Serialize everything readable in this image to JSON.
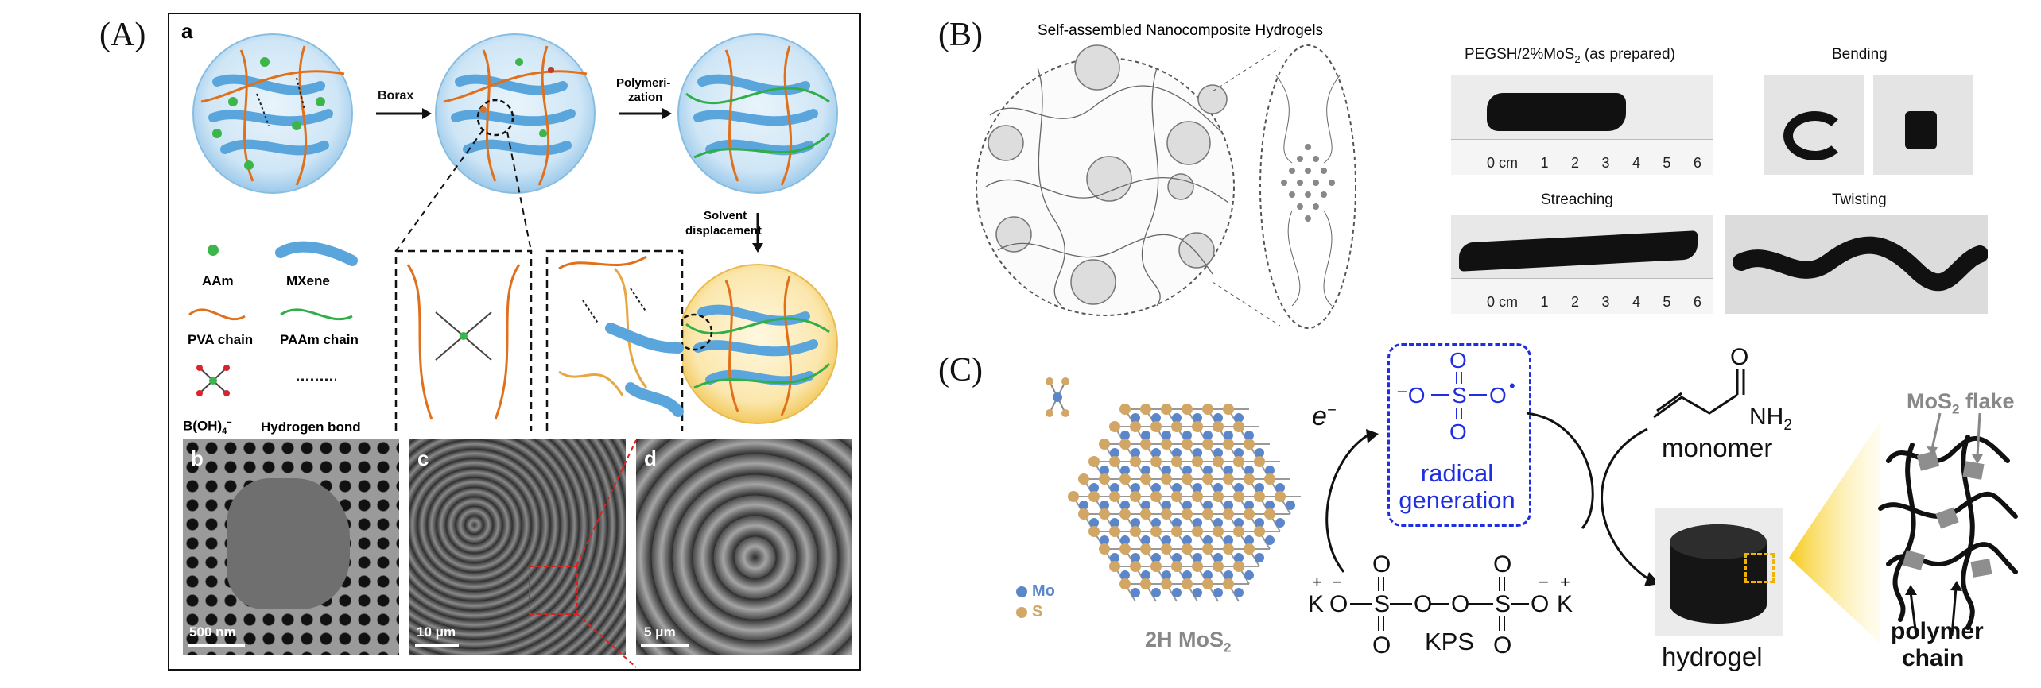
{
  "panels": {
    "A": {
      "letter": "(A)",
      "sub_a": "a",
      "sub_b": "b",
      "sub_c": "c",
      "sub_d": "d",
      "arrow_borax": "Borax",
      "arrow_polymerization_1": "Polymeri-",
      "arrow_polymerization_2": "zation",
      "arrow_solvent_1": "Solvent",
      "arrow_solvent_2": "displacement",
      "legend": {
        "aam": "AAm",
        "mxene": "MXene",
        "pva": "PVA chain",
        "paam": "PAAm chain",
        "boh4": "B(OH)",
        "boh4_sub": "4",
        "boh4_sup": "−",
        "hbond": "Hydrogen bond"
      },
      "scale_b": "500 nm",
      "scale_c": "10 μm",
      "scale_d": "5 μm"
    },
    "B": {
      "letter": "(B)",
      "title": "Self-assembled Nanocomposite Hydrogels",
      "photo_prepared_pre": "PEGSH/2%MoS",
      "photo_prepared_sub": "2",
      "photo_prepared_post": " (as prepared)",
      "photo_bending": "Bending",
      "photo_stretching": "Streaching",
      "photo_twisting": "Twisting",
      "ruler_labels": [
        "0 cm",
        "1",
        "2",
        "3",
        "4",
        "5",
        "6"
      ]
    },
    "C": {
      "letter": "(C)",
      "legend_mo": "Mo",
      "legend_s": "S",
      "material_pre": "2H MoS",
      "material_sub": "2",
      "electron": "e",
      "electron_sup": "−",
      "radical_line1": "radical",
      "radical_line2": "generation",
      "kps": "KPS",
      "monomer": "monomer",
      "nh2": "NH",
      "nh2_sub": "2",
      "flake_pre": "MoS",
      "flake_sub": "2",
      "flake_post": " flake",
      "hydrogel": "hydrogel",
      "polymer_1": "polymer",
      "polymer_2": "chain",
      "atom_o": "O",
      "atom_s": "S",
      "atom_k": "K"
    }
  },
  "colors": {
    "mxene": "#5aa6dc",
    "pva": "#e0701c",
    "paam": "#2fae4a",
    "aam": "#3cb54a",
    "radical": "#1f2fe0",
    "mo": "#5b86c9",
    "s": "#d2a766"
  }
}
